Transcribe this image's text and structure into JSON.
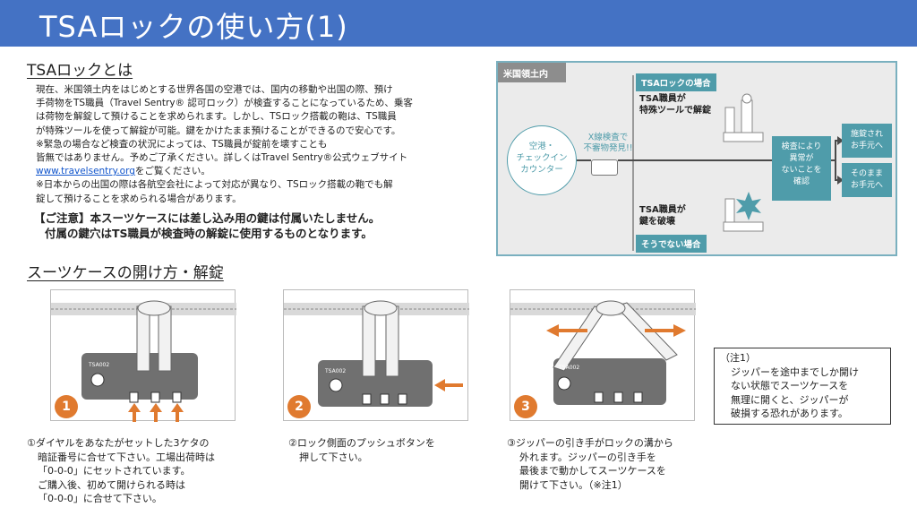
{
  "header": {
    "title": "TSAロックの使い方(1)"
  },
  "about": {
    "heading": "TSAロックとは",
    "lines": [
      "現在、米国領土内をはじめとする世界各国の空港では、国内の移動や出国の際、預け",
      "手荷物をTS職員（Travel Sentry® 認可ロック）が検査することになっているため、乗客",
      "は荷物を解錠して預けることを求められます。しかし、TSロック搭載の鞄は、TS職員",
      "が特殊ツールを使って解錠が可能。鍵をかけたまま預けることができるので安心です。",
      "※緊急の場合など検査の状況によっては、TS職員が錠前を壊すことも",
      "皆無ではありません。予めご了承ください。詳しくはTravel Sentry®公式ウェブサイト"
    ],
    "link": "www.travelsentry.org",
    "link_rest": "をご覧ください。",
    "lines2": [
      "※日本からの出国の際は各航空会社によって対応が異なり、TSロック搭載の鞄でも解",
      "錠して預けることを求められる場合があります。"
    ],
    "notice1": "【ご注意】本スーツケースには差し込み用の鍵は付属いたしません。",
    "notice2": "付属の鍵穴はTS職員が検査時の解錠に使用するものとなります。"
  },
  "flow": {
    "region": "米国領土内",
    "counter": [
      "空港・",
      "チェックイン",
      "カウンター"
    ],
    "xray": [
      "X線検査で",
      "不審物発見!!"
    ],
    "tsa_case_tag": "TSAロックの場合",
    "tsa_case_text": [
      "TSA職員が",
      "特殊ツールで解錠"
    ],
    "other_case_text": [
      "TSA職員が",
      "鍵を破壊"
    ],
    "other_case_tag": "そうでない場合",
    "check": [
      "検査により",
      "異常が",
      "ないことを",
      "確認"
    ],
    "result1": [
      "施錠され",
      "お手元へ"
    ],
    "result2": [
      "そのまま",
      "お手元へ"
    ]
  },
  "open": {
    "heading": "スーツケースの開け方・解錠"
  },
  "steps": [
    {
      "badge": "1",
      "lock_code": "TSA002",
      "lines": [
        "①ダイヤルをあなたがセットした3ケタの",
        "暗証番号に合せて下さい。工場出荷時は",
        "「0-0-0」にセットされています。",
        "ご購入後、初めて開けられる時は",
        "「0-0-0」に合せて下さい。"
      ]
    },
    {
      "badge": "2",
      "lock_code": "TSA002",
      "lines": [
        "②ロック側面のプッシュボタンを",
        "押して下さい。"
      ]
    },
    {
      "badge": "3",
      "lock_code": "TSA002",
      "lines": [
        "③ジッパーの引き手がロックの溝から",
        "外れます。ジッパーの引き手を",
        "最後まで動かしてスーツケースを",
        "開けて下さい。（※注1）"
      ]
    }
  ],
  "note": {
    "title": "（注1）",
    "lines": [
      "ジッパーを途中までしか開け",
      "ない状態でスーツケースを",
      "無理に開くと、ジッパーが",
      "破損する恐れがあります。"
    ]
  },
  "colors": {
    "title_bar": "#4472c4",
    "accent_teal": "#4f9caa",
    "arrow_orange": "#e07a2f"
  }
}
